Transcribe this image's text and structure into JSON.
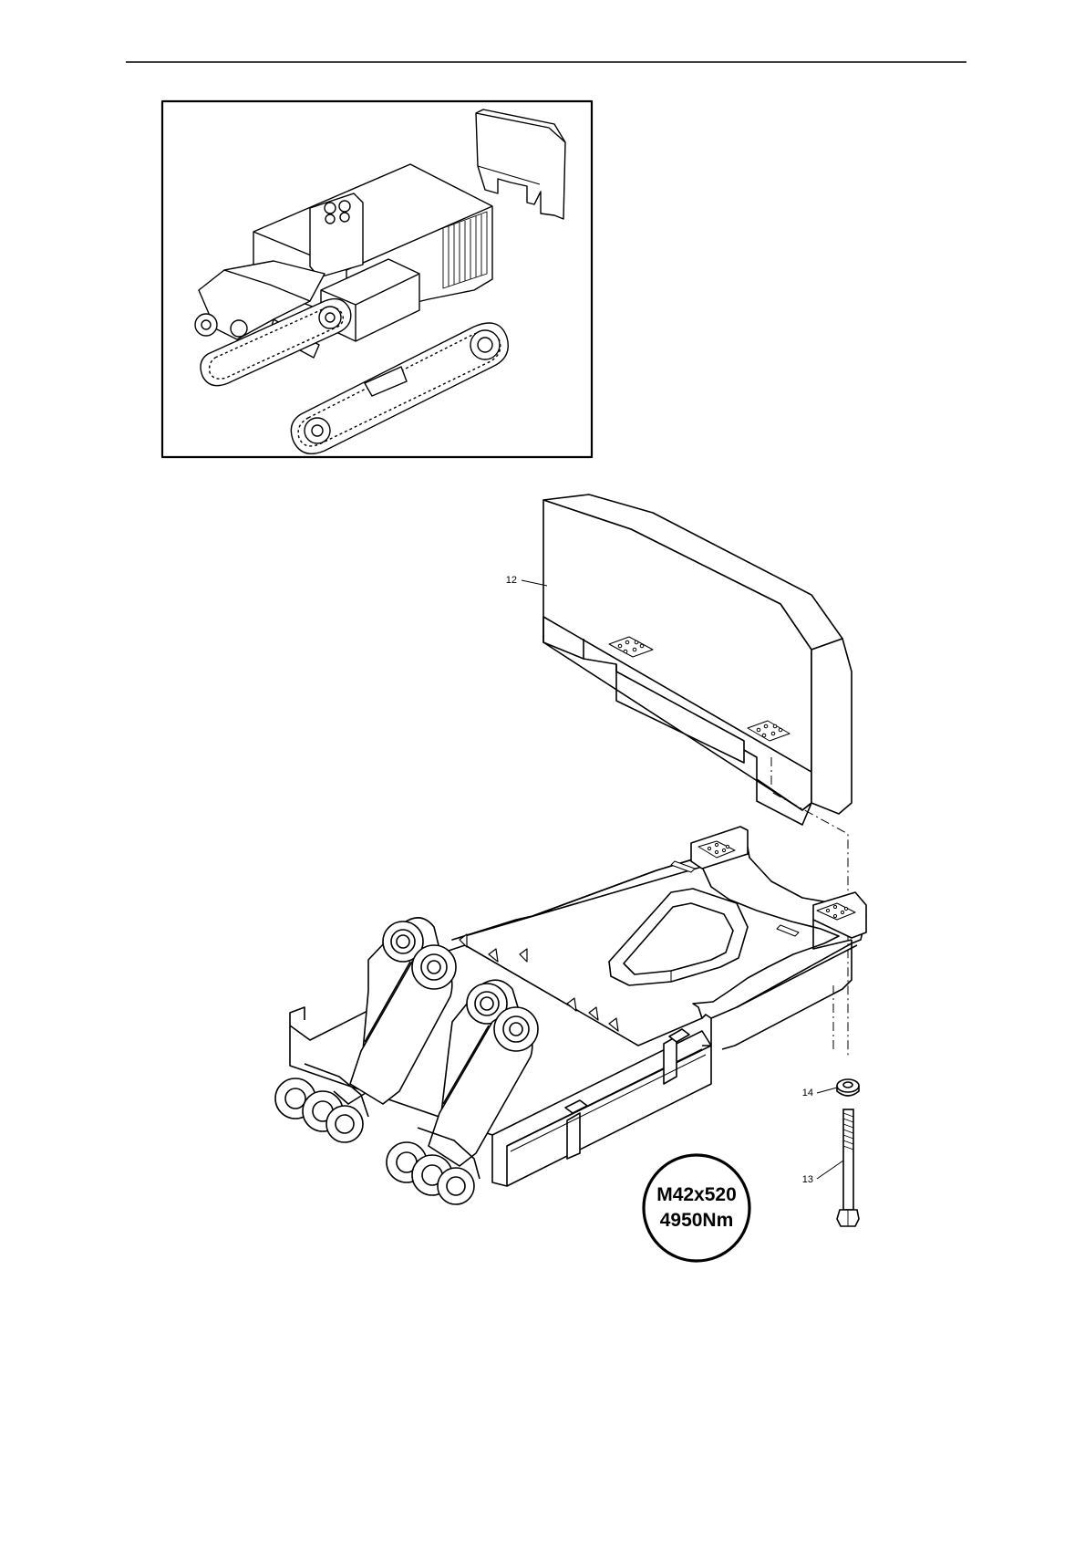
{
  "callouts": {
    "counterweight": "12",
    "bolt": "13",
    "washer": "14"
  },
  "torque_spec": {
    "bolt_size": "M42x520",
    "torque": "4950Nm"
  }
}
